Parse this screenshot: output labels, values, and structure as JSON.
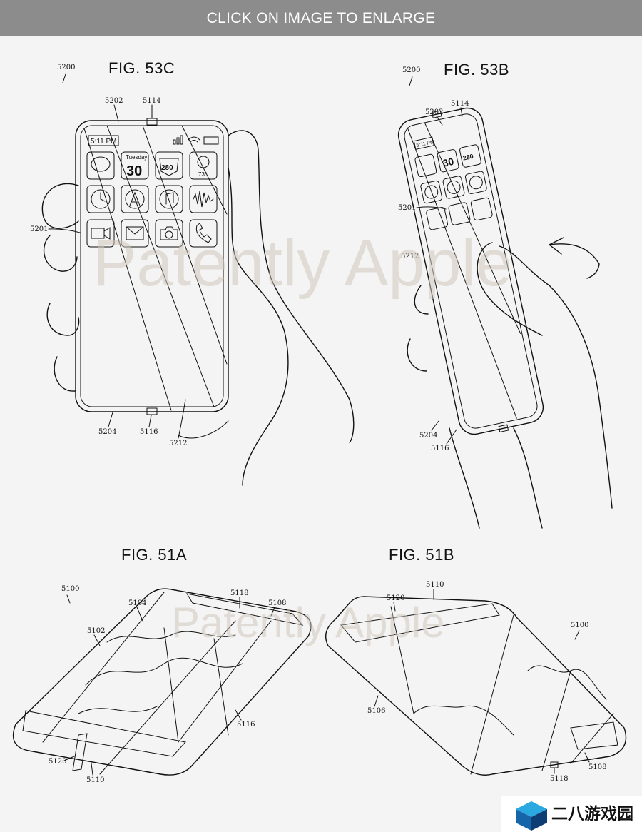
{
  "banner": {
    "text": "CLICK ON IMAGE TO ENLARGE"
  },
  "watermark": {
    "text": "Patently Apple"
  },
  "figures": {
    "fig53c": {
      "title": "FIG. 53C",
      "refs": {
        "device": "5200",
        "edge_top": "5202",
        "marker_top": "5114",
        "screen": "5201",
        "edge_bottom": "5204",
        "marker_bottom": "5116",
        "back": "5212"
      },
      "status_time": "5:11 PM",
      "calendar_day": "Tuesday",
      "calendar_date": "30",
      "route_label": "280",
      "temperature": "73°"
    },
    "fig53b": {
      "title": "FIG. 53B",
      "refs": {
        "device": "5200",
        "edge_top": "5202",
        "marker_top": "5114",
        "screen": "5201",
        "back": "5212",
        "edge_bottom": "5204",
        "marker_bottom": "5116"
      },
      "status_time": "5:11 PM",
      "calendar_date": "30",
      "route_label": "280"
    },
    "fig51a": {
      "title": "FIG. 51A",
      "refs": {
        "device": "5100",
        "r5104": "5104",
        "r5118": "5118",
        "r5108": "5108",
        "r5102": "5102",
        "r5116": "5116",
        "r5120": "5120",
        "r5110": "5110"
      }
    },
    "fig51b": {
      "title": "FIG. 51B",
      "refs": {
        "r5110": "5110",
        "r5120": "5120",
        "device": "5100",
        "r5106": "5106",
        "r5118": "5118",
        "r5108": "5108"
      }
    }
  },
  "site_logo": {
    "text": "二八游戏园",
    "colors": {
      "cube_top": "#2aa8e0",
      "cube_left": "#1565a8",
      "cube_right": "#0d3d73"
    }
  }
}
